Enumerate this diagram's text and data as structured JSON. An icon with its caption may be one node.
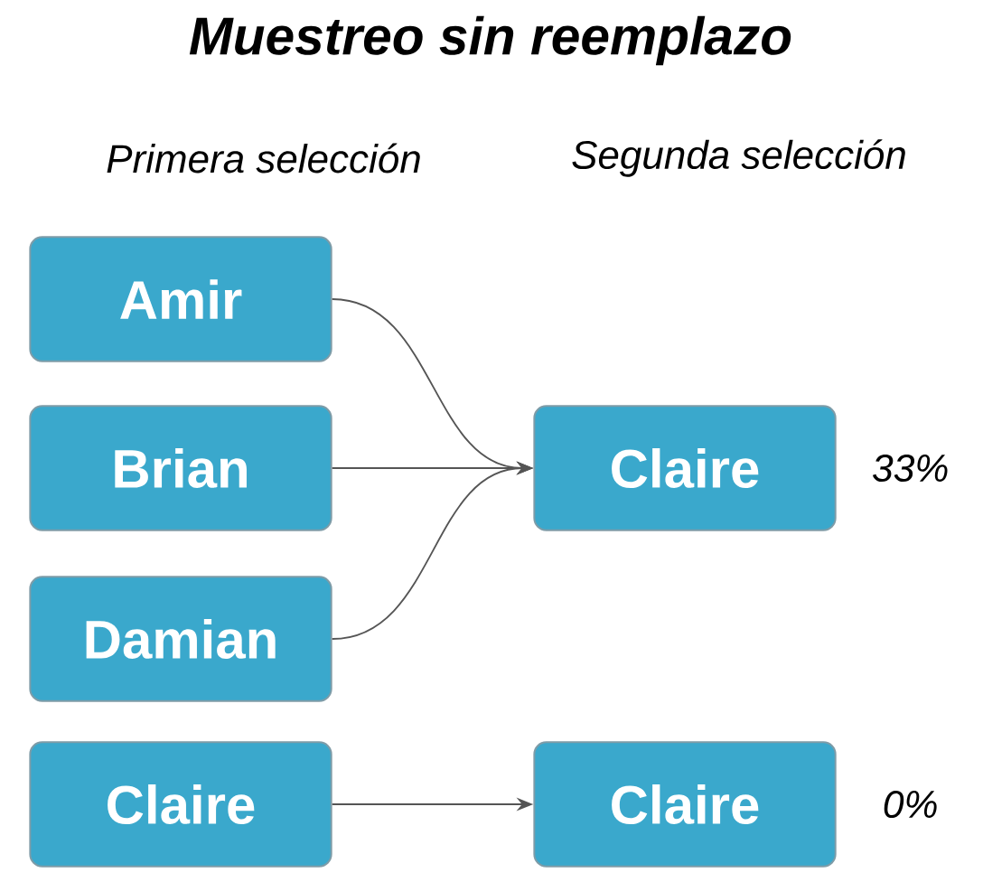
{
  "diagram": {
    "title": "Muestreo sin reemplazo",
    "nodes": [
      {
        "text": [
          "Amir"
        ]
      },
      {
        "text": [
          "Brian"
        ]
      },
      {
        "text": [
          "Damian"
        ]
      },
      {
        "text": [
          "Claire"
        ]
      },
      {
        "text": [
          "Claire"
        ],
        "beside": [
          "33%"
        ]
      },
      {
        "text": [
          "Claire"
        ],
        "beside": [
          "0%"
        ]
      }
    ],
    "edges": [
      {
        "from": 0,
        "to": 4,
        "arrow": "to"
      },
      {
        "from": 1,
        "to": 4,
        "arrow": "to"
      },
      {
        "from": 2,
        "to": 4,
        "arrow": "to"
      },
      {
        "from": 3,
        "to": 5,
        "arrow": "to"
      }
    ],
    "labels": [
      "Primera selección",
      "Segunda selección"
    ]
  }
}
